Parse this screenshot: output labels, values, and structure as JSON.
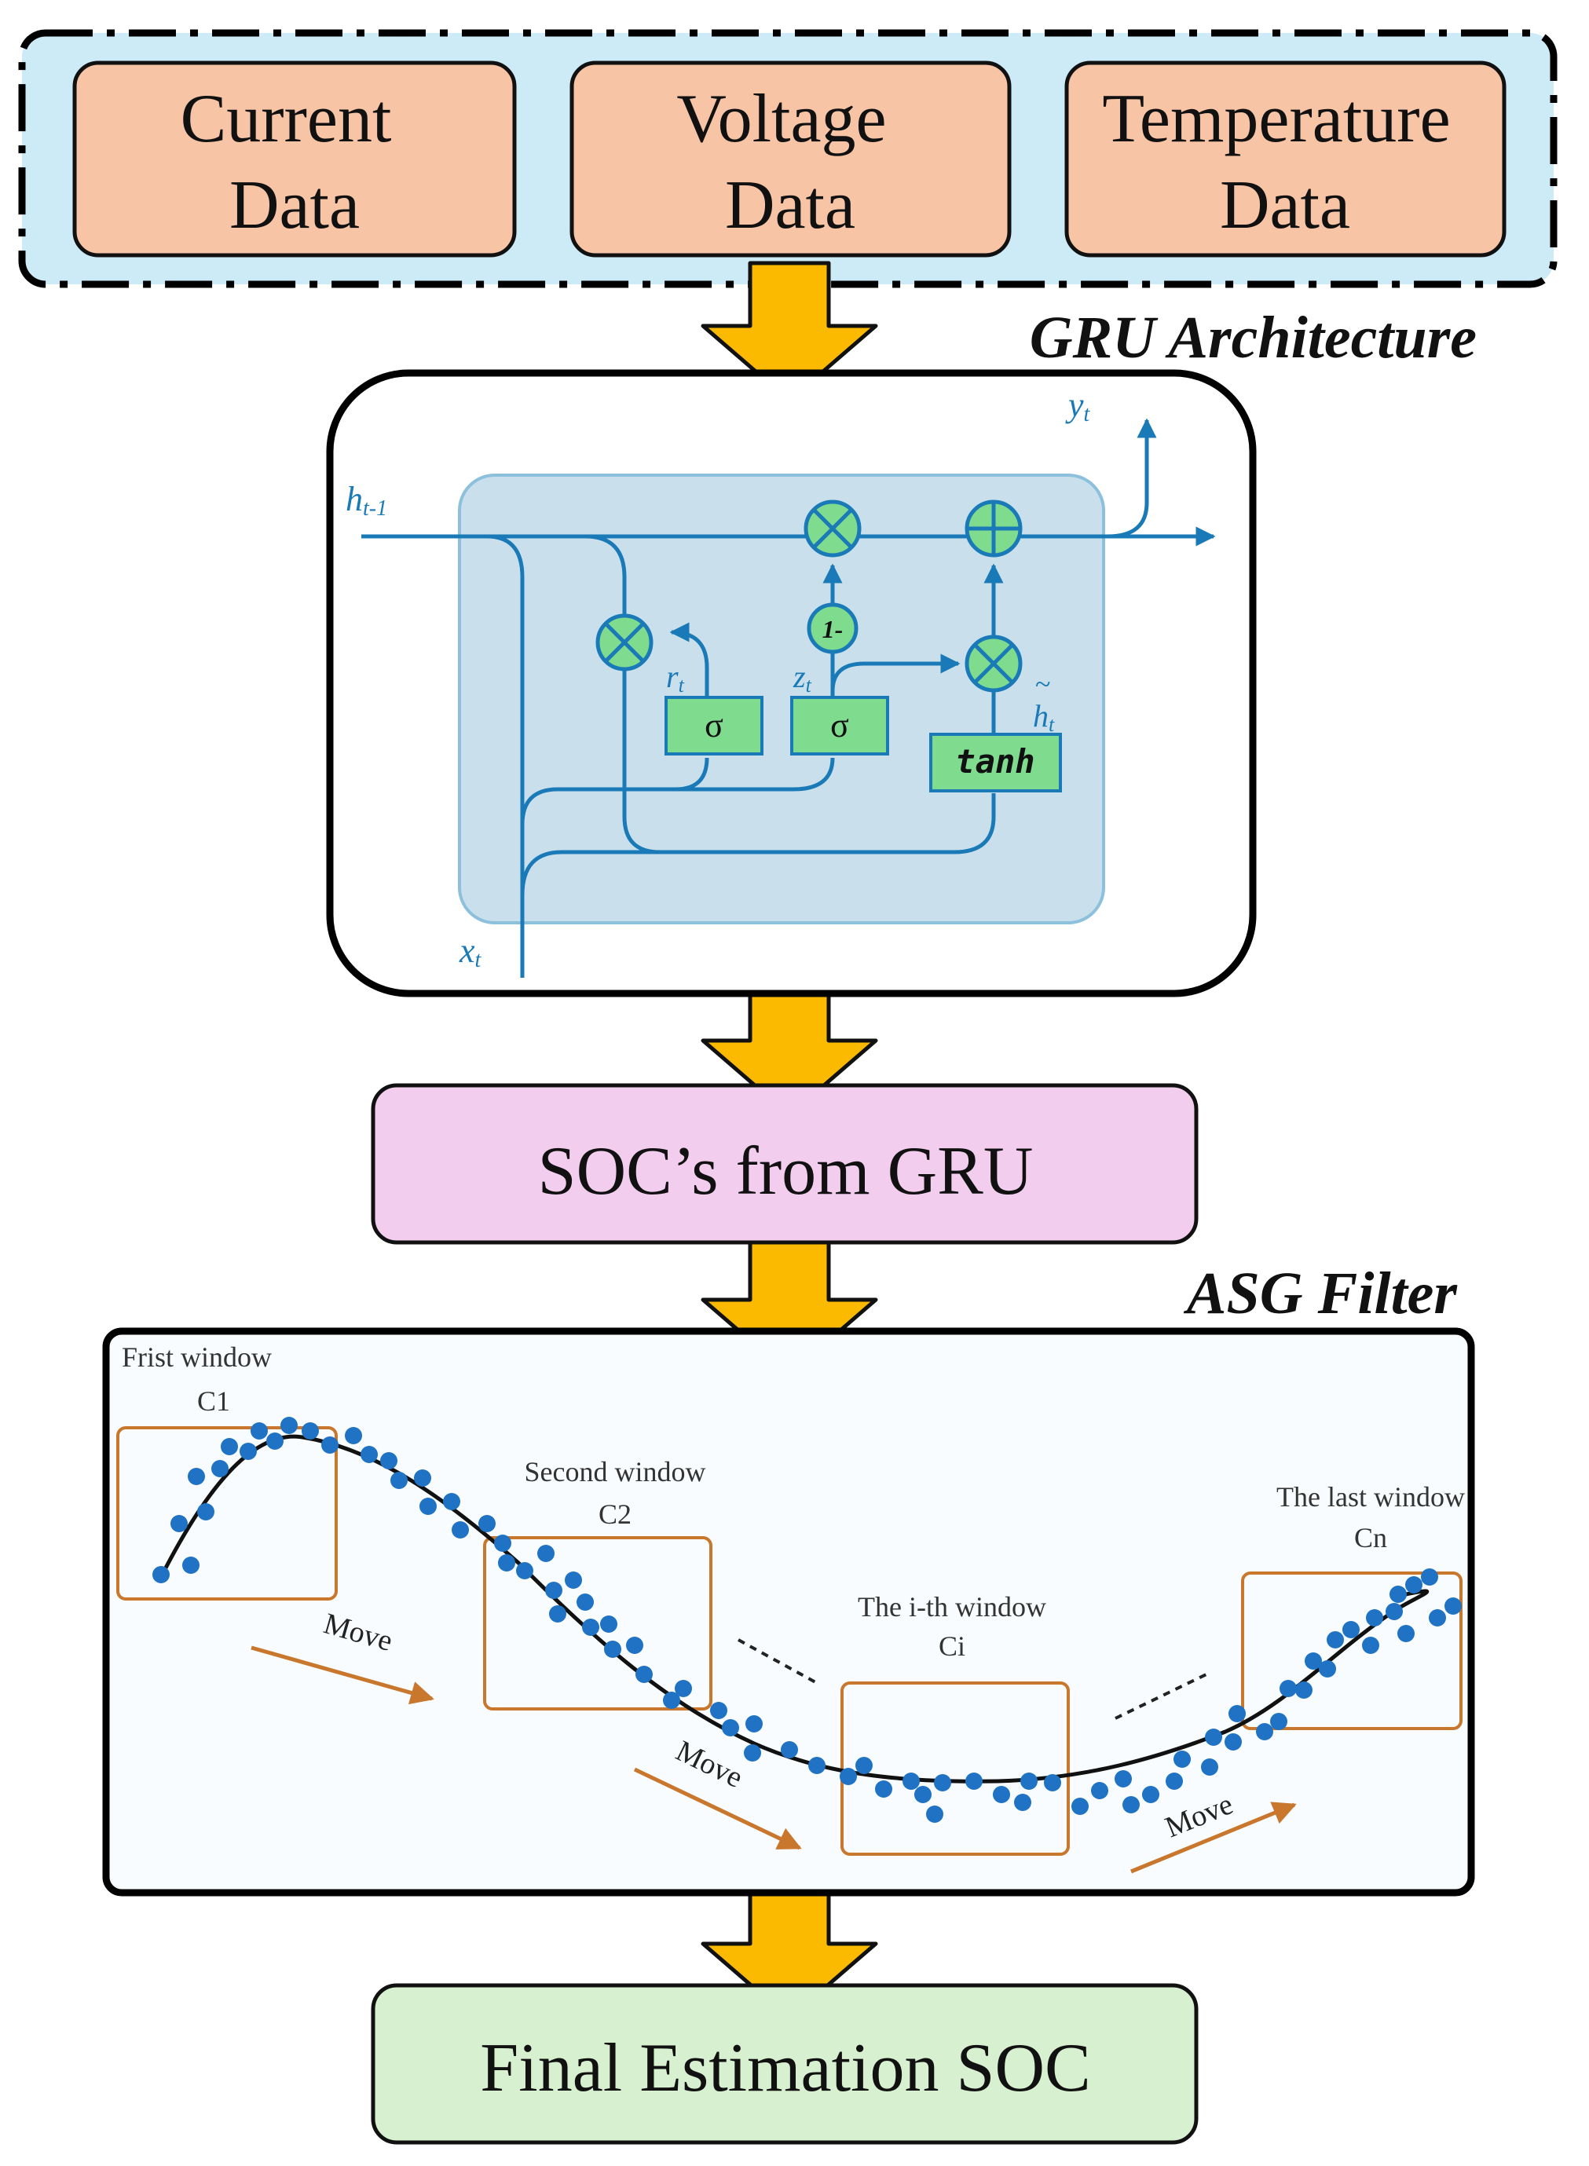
{
  "inputs": {
    "current": [
      "Current",
      "Data"
    ],
    "voltage": [
      "Voltage",
      "Data"
    ],
    "temperature": [
      "Temperature",
      "Data"
    ]
  },
  "gru": {
    "title": "GRU Architecture",
    "h_prev": "h",
    "h_prev_sub": "t-1",
    "x": "x",
    "x_sub": "t",
    "y": "y",
    "y_sub": "t",
    "r": "r",
    "r_sub": "t",
    "z": "z",
    "z_sub": "t",
    "h_tilde": "h",
    "h_tilde_sub": "t",
    "h_tilde_accent": "~",
    "sigma": "σ",
    "tanh": "tanh",
    "one_minus": "1-"
  },
  "soc_gru": "SOC’s from GRU",
  "asg": {
    "title": "ASG Filter",
    "windows": [
      {
        "label": "Frist window",
        "id": "C1"
      },
      {
        "label": "Second window",
        "id": "C2"
      },
      {
        "label": "The i-th window",
        "id": "Ci"
      },
      {
        "label": "The last window",
        "id": "Cn"
      }
    ],
    "move": "Move"
  },
  "final": "Final Estimation SOC",
  "colors": {
    "input_fill": "#f7c4a5",
    "input_band": "#cdeaf7",
    "arrow": "#fbb900",
    "line_blue": "#1a7ab7",
    "node_green": "#7fdc8f",
    "gru_cell": "#c9e0ec",
    "soc_fill": "#f2cdee",
    "final_fill": "#d7f0cf",
    "window_orange": "#c8772d",
    "dots": "#1f72c4"
  }
}
